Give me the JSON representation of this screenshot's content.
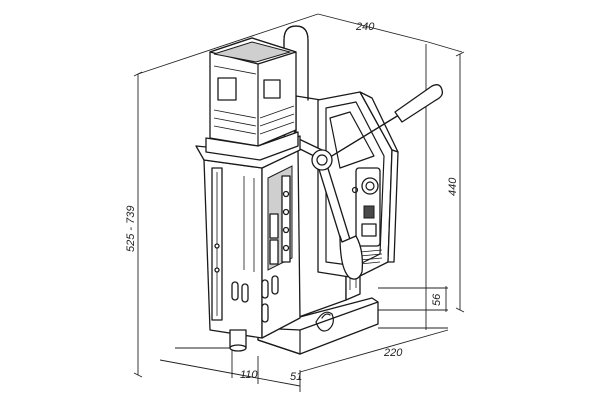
{
  "dimensions": {
    "top_width": "240",
    "height_total": "440",
    "stroke_range": "525 - 739",
    "base_height": "56",
    "base_depth": "220",
    "front_offset": "110",
    "spindle_offset": "51"
  }
}
